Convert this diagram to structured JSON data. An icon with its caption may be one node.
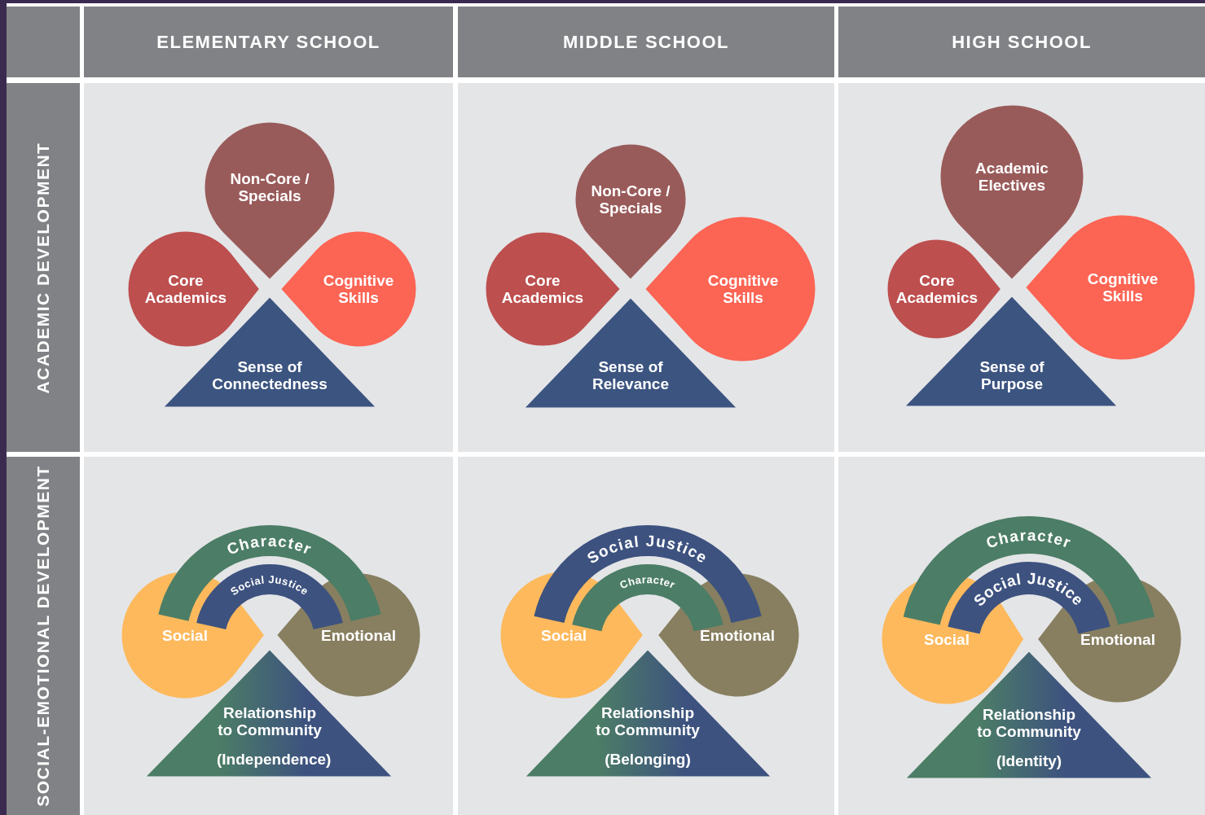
{
  "diagram": {
    "nodes": [
      {
        "text": [
          "ELEMENTARY SCHOOL"
        ]
      },
      {
        "text": [
          "MIDDLE SCHOOL"
        ]
      },
      {
        "text": [
          "HIGH SCHOOL"
        ]
      },
      {
        "text": [
          "ACADEMIC DEVELOPMENT"
        ]
      },
      {
        "text": [
          "SOCIAL-EMOTIONAL DEVELOPMENT"
        ]
      },
      {
        "text": [
          "Non-Core / Specials"
        ]
      },
      {
        "text": [
          "Core Academics"
        ]
      },
      {
        "text": [
          "Cognitive Skills"
        ]
      },
      {
        "text": [
          "Sense of Connectedness"
        ]
      },
      {
        "text": [
          "Non-Core / Specials"
        ]
      },
      {
        "text": [
          "Core Academics"
        ]
      },
      {
        "text": [
          "Cognitive Skills"
        ]
      },
      {
        "text": [
          "Sense of Relevance"
        ]
      },
      {
        "text": [
          "Academic Electives"
        ]
      },
      {
        "text": [
          "Core Academics"
        ]
      },
      {
        "text": [
          "Cognitive Skills"
        ]
      },
      {
        "text": [
          "Sense of Purpose"
        ]
      },
      {
        "text": [
          "Character"
        ]
      },
      {
        "text": [
          "Social Justice"
        ]
      },
      {
        "text": [
          "Social"
        ]
      },
      {
        "text": [
          "Emotional"
        ]
      },
      {
        "text": [
          "Relationship to Community",
          "(Independence)"
        ]
      },
      {
        "text": [
          "Social Justice"
        ]
      },
      {
        "text": [
          "Character"
        ]
      },
      {
        "text": [
          "Social"
        ]
      },
      {
        "text": [
          "Emotional"
        ]
      },
      {
        "text": [
          "Relationship to Community",
          "(Belonging)"
        ]
      },
      {
        "text": [
          "Character"
        ]
      },
      {
        "text": [
          "Social Justice"
        ]
      },
      {
        "text": [
          "Social"
        ]
      },
      {
        "text": [
          "Emotional"
        ]
      },
      {
        "text": [
          "Relationship to Community",
          "(Identity)"
        ]
      }
    ]
  }
}
